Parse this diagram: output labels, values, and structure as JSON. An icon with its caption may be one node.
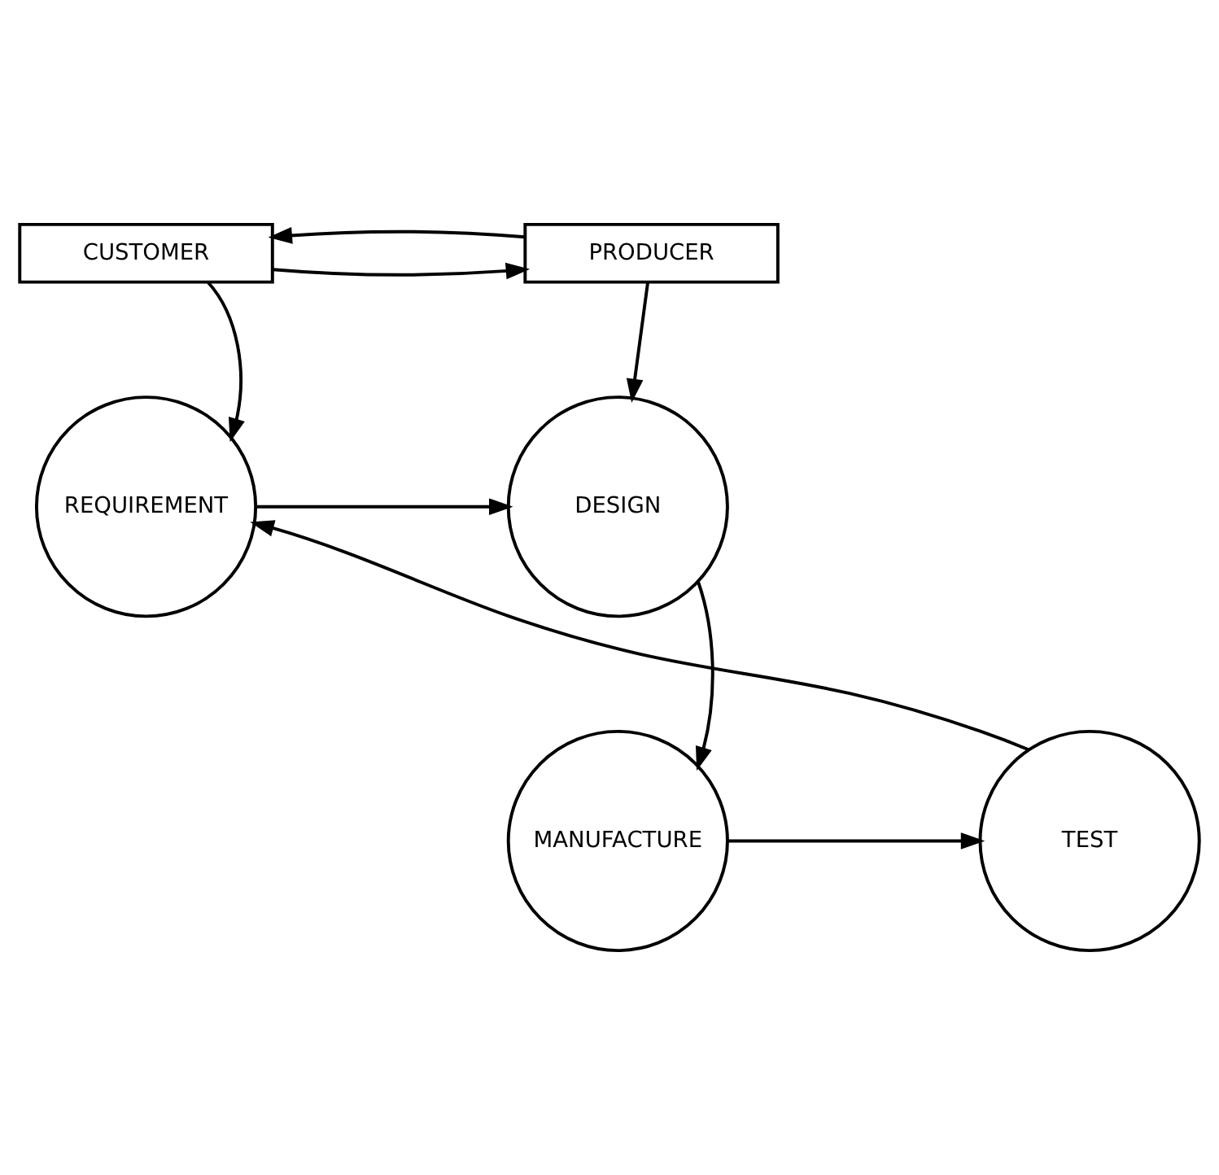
{
  "diagram": {
    "nodes": [
      {
        "text": [
          "CUSTOMER"
        ]
      },
      {
        "text": [
          "PRODUCER"
        ]
      },
      {
        "text": [
          "REQUIREMENT"
        ]
      },
      {
        "text": [
          "DESIGN"
        ]
      },
      {
        "text": [
          "MANUFACTURE"
        ]
      },
      {
        "text": [
          "TEST"
        ]
      }
    ],
    "edges": [
      {
        "from": 0,
        "to": 1,
        "arrow": "to"
      },
      {
        "from": 1,
        "to": 0,
        "arrow": "to"
      },
      {
        "from": 0,
        "to": 2,
        "arrow": "to"
      },
      {
        "from": 1,
        "to": 3,
        "arrow": "to"
      },
      {
        "from": 2,
        "to": 3,
        "arrow": "to"
      },
      {
        "from": 3,
        "to": 4,
        "arrow": "to"
      },
      {
        "from": 4,
        "to": 5,
        "arrow": "to"
      },
      {
        "from": 5,
        "to": 2,
        "arrow": "to"
      }
    ]
  }
}
